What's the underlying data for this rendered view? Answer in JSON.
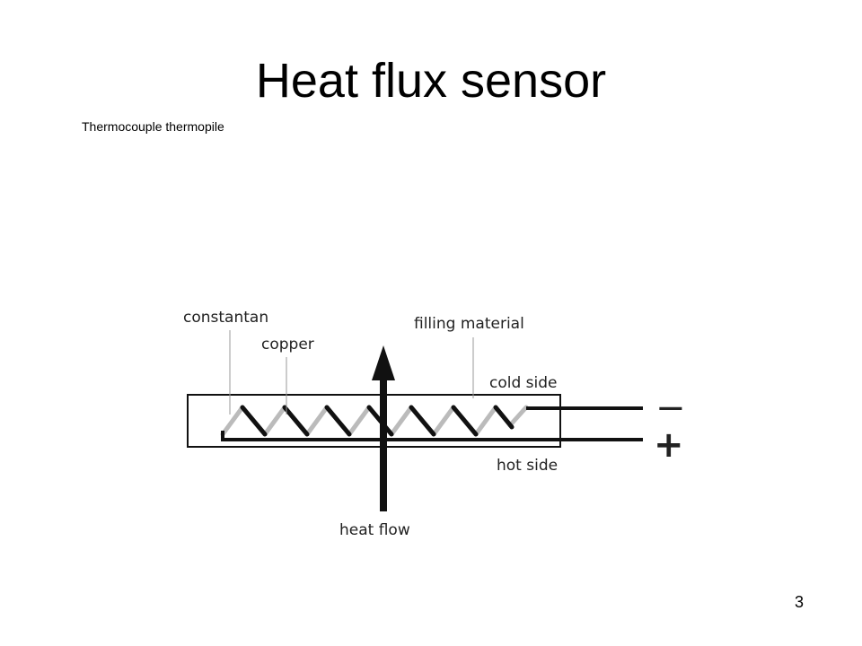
{
  "slide": {
    "title": "Heat flux sensor",
    "subtitle": "Thermocouple thermopile",
    "page_number": "3"
  },
  "diagram": {
    "labels": {
      "constantan": "constantan",
      "copper": "copper",
      "filling_material": "filling material",
      "cold_side": "cold side",
      "hot_side": "hot side",
      "heat_flow": "heat flow"
    },
    "terminals": {
      "negative": "−",
      "positive": "+"
    },
    "colors": {
      "constantan": "#bbbbbb",
      "copper": "#111111",
      "frame": "#111111"
    }
  }
}
